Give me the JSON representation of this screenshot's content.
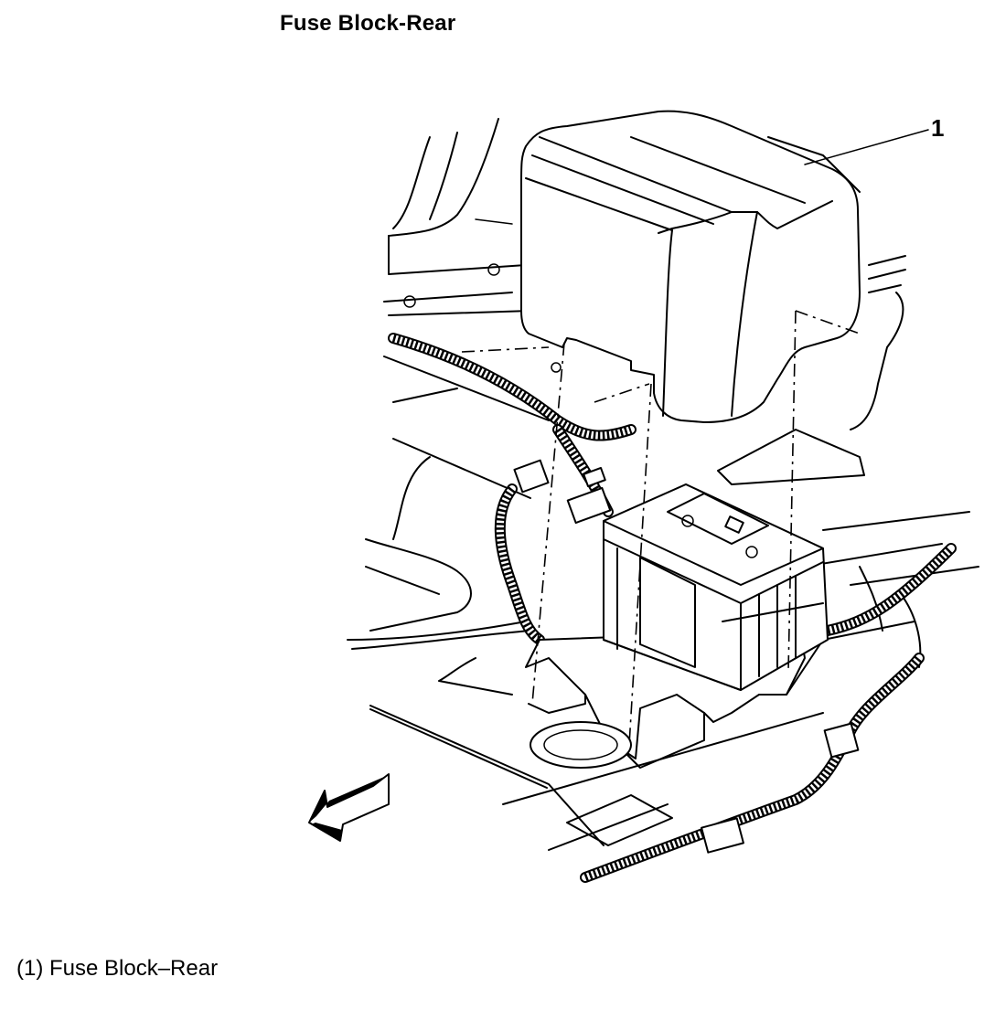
{
  "title": "Fuse Block-Rear",
  "callouts": [
    {
      "number": "1"
    }
  ],
  "legend": [
    {
      "text": "(1) Fuse Block–Rear"
    }
  ],
  "icons": {
    "direction_arrow": "front-direction-arrow-icon"
  },
  "colors": {
    "ink": "#000000",
    "background": "#ffffff"
  }
}
